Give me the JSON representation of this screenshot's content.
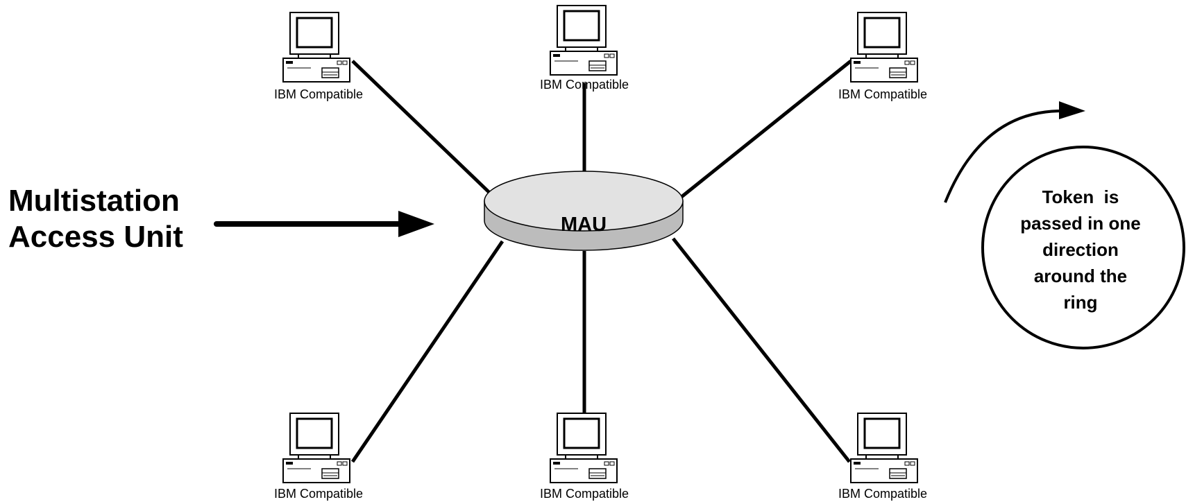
{
  "hub": {
    "label": "MAU"
  },
  "stations": [
    {
      "label": "IBM Compatible"
    },
    {
      "label": "IBM Compatible"
    },
    {
      "label": "IBM Compatible"
    },
    {
      "label": "IBM Compatible"
    },
    {
      "label": "IBM Compatible"
    },
    {
      "label": "IBM Compatible"
    }
  ],
  "callout": {
    "line1": "Multistation",
    "line2": "Access Unit"
  },
  "token_note": {
    "line1": "Token  is",
    "line2": "passed in one",
    "line3": "direction",
    "line4": "around the",
    "line5": "ring"
  },
  "colors": {
    "mau_fill_top": "#e2e2e2",
    "mau_fill_side": "#bcbcbc",
    "stroke": "#000000",
    "background": "#ffffff"
  }
}
